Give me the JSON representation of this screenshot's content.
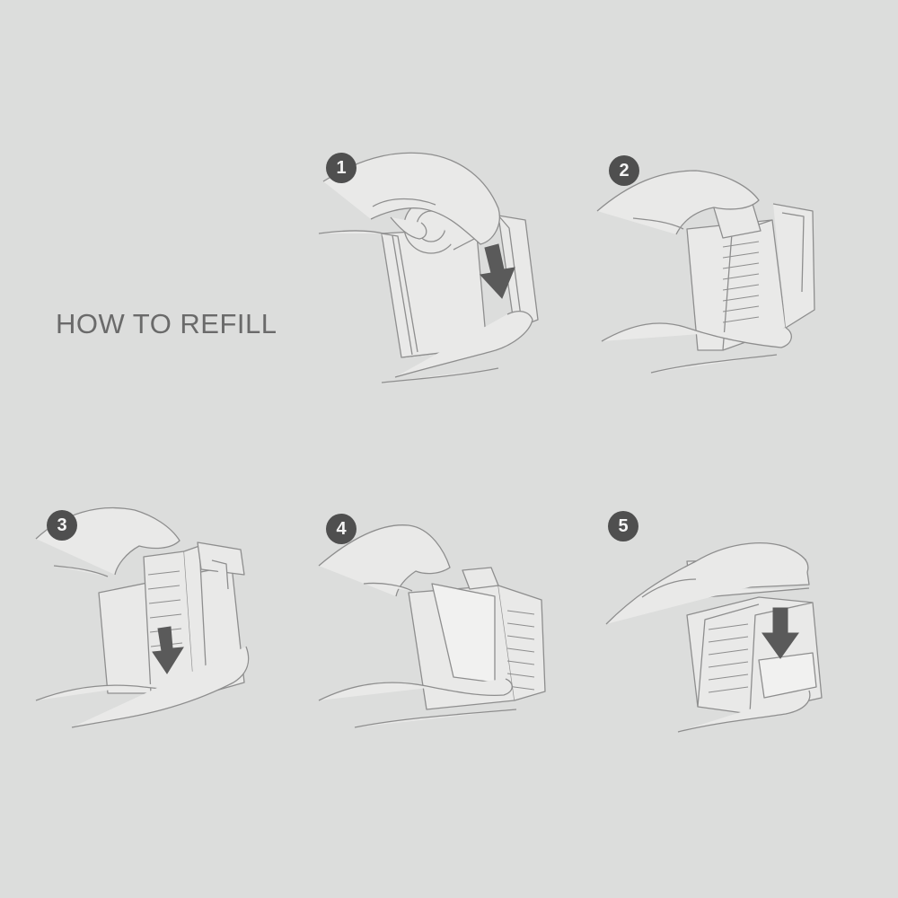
{
  "title": "HOW TO REFILL",
  "steps": [
    {
      "number": "1",
      "illustration": "insert-tape-roll",
      "arrow": "down"
    },
    {
      "number": "2",
      "illustration": "press-cutter-lid",
      "arrow": "none"
    },
    {
      "number": "3",
      "illustration": "pull-tape-down",
      "arrow": "down"
    },
    {
      "number": "4",
      "illustration": "fold-tape-over-cutter",
      "arrow": "none"
    },
    {
      "number": "5",
      "illustration": "close-lid",
      "arrow": "down"
    }
  ],
  "colors": {
    "background": "#dcdddc",
    "title": "#6a6a6a",
    "badge": "#4f4f4f",
    "arrow": "#5a5a5a",
    "line": "#8e8e8e",
    "fill": "#e9e9e8"
  }
}
